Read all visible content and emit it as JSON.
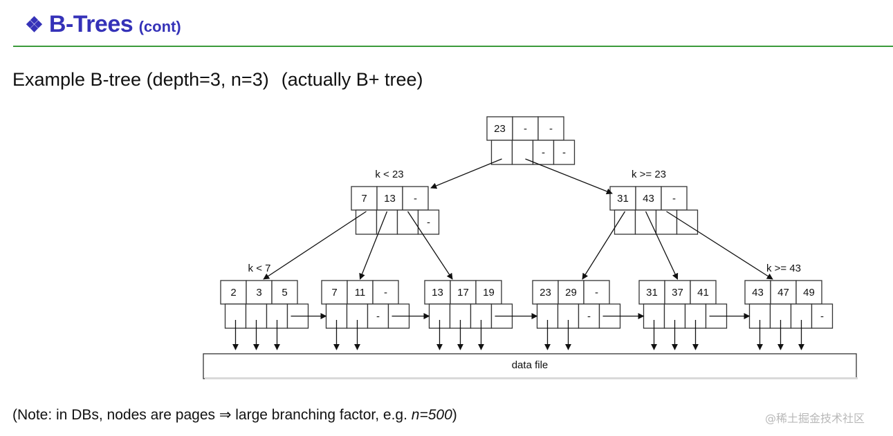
{
  "header": {
    "bullet": "❖",
    "title": "B-Trees",
    "subtitle": "(cont)"
  },
  "heading": {
    "text": "Example B-tree (depth=3, n=3)",
    "aside": "(actually B+ tree)"
  },
  "diagram": {
    "root": {
      "keys": [
        "23",
        "-",
        "-"
      ],
      "pointers": [
        "",
        "",
        "-",
        "-"
      ]
    },
    "internal": [
      {
        "label": "k < 23",
        "keys": [
          "7",
          "13",
          "-"
        ],
        "pointers": [
          "",
          "",
          "",
          "-"
        ]
      },
      {
        "label": "k >= 23",
        "keys": [
          "31",
          "43",
          "-"
        ],
        "pointers": [
          "",
          "",
          "",
          ""
        ]
      }
    ],
    "leaves": [
      {
        "label": "k < 7",
        "keys": [
          "2",
          "3",
          "5"
        ],
        "pointers": [
          "",
          "",
          "",
          ""
        ]
      },
      {
        "label": "",
        "keys": [
          "7",
          "11",
          "-"
        ],
        "pointers": [
          "",
          "",
          "-",
          ""
        ]
      },
      {
        "label": "",
        "keys": [
          "13",
          "17",
          "19"
        ],
        "pointers": [
          "",
          "",
          "",
          ""
        ]
      },
      {
        "label": "",
        "keys": [
          "23",
          "29",
          "-"
        ],
        "pointers": [
          "",
          "",
          "-",
          ""
        ]
      },
      {
        "label": "",
        "keys": [
          "31",
          "37",
          "41"
        ],
        "pointers": [
          "",
          "",
          "",
          ""
        ]
      },
      {
        "label": "k >= 43",
        "keys": [
          "43",
          "47",
          "49"
        ],
        "pointers": [
          "",
          "",
          "",
          "-"
        ]
      }
    ],
    "data_file": "data file"
  },
  "note": {
    "prefix": "(Note: in DBs, nodes are pages ⇒ large branching factor, e.g. ",
    "emph": "n=500",
    "suffix": ")"
  },
  "watermark": "@稀土掘金技术社区"
}
